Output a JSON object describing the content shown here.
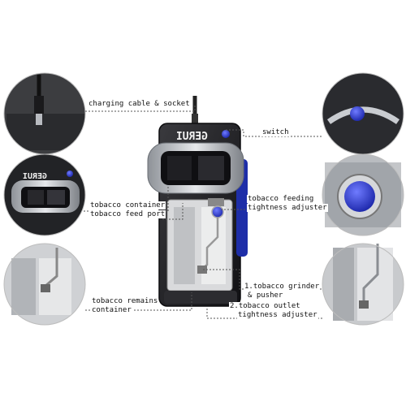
{
  "brand": "GERUI",
  "labels": {
    "charging": "charging cable & socket",
    "switch": "switch",
    "container_line1": "tobacco container",
    "container_line2": "tobacco feed port",
    "feeding_line1": "tobacco feeding",
    "feeding_line2": "tightness adjuster",
    "remains_line1": "tobacco remains",
    "remains_line2": "container",
    "grinder_line1": "1.tobacco grinder",
    "grinder_line2": "& pusher",
    "outlet_line1": "2.tobacco outlet",
    "outlet_line2": "tightness adjuster"
  },
  "colors": {
    "leader": "#555555",
    "accent_blue": "#2233cc",
    "device_dark": "#1b1b1e",
    "device_mid": "#3a3a3e",
    "chrome": "#c9ccd1"
  }
}
